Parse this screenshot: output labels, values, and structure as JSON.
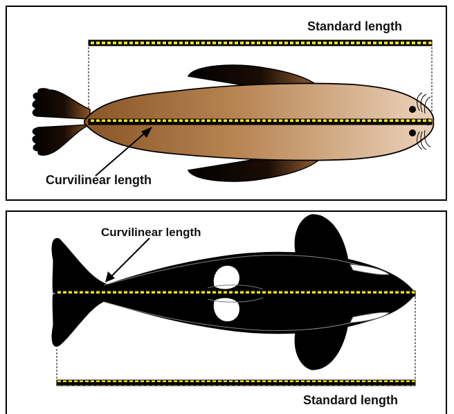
{
  "panels": {
    "seal": {
      "standard_label": "Standard length",
      "curvilinear_label": "Curvilinear length",
      "body_colors": [
        "#8a5526",
        "#b98654",
        "#e8cbb0"
      ]
    },
    "orca": {
      "standard_label": "Standard length",
      "curvilinear_label": "Curvilinear length",
      "body_color": "#000000",
      "patch_color": "#ffffff"
    }
  },
  "colors": {
    "tape_yellow": "#f6e20c",
    "tape_black": "#000000",
    "border": "#000000"
  }
}
